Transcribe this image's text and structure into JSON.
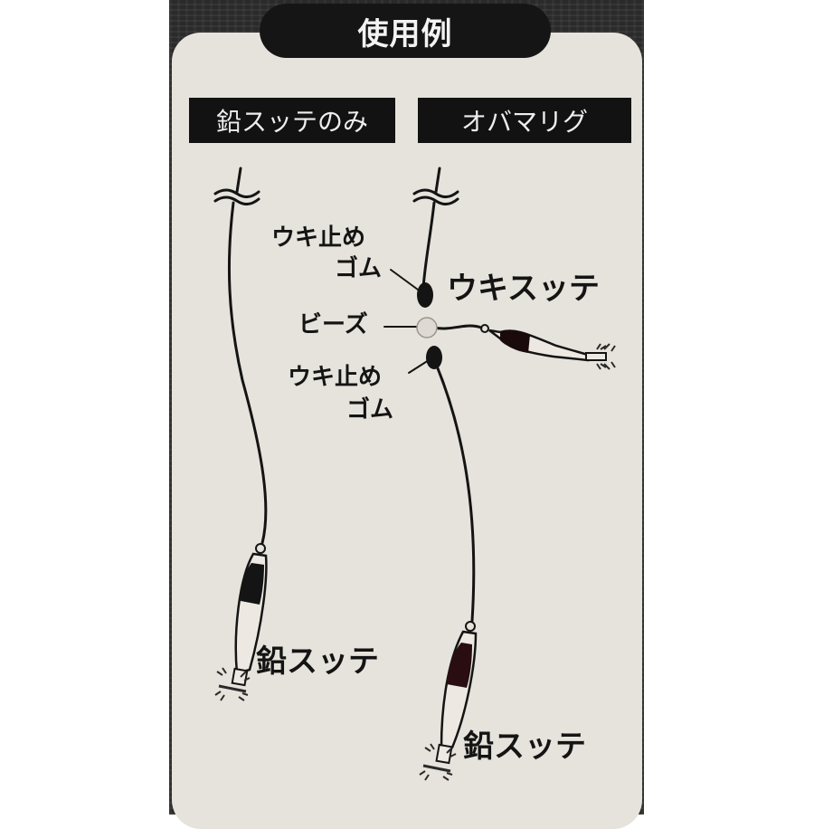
{
  "title": "使用例",
  "sections": [
    {
      "label": "鉛スッテのみ"
    },
    {
      "label": "オバマリグ"
    }
  ],
  "left_rig": {
    "bottom_label": "鉛スッテ"
  },
  "right_rig": {
    "upper_stopper": {
      "line1": "ウキ止め",
      "line2": "ゴム"
    },
    "bead": "ビーズ",
    "lower_stopper": {
      "line1": "ウキ止め",
      "line2": "ゴム"
    },
    "float_jig": "ウキスッテ",
    "bottom_label": "鉛スッテ"
  },
  "colors": {
    "background_photo": "#2a2a2a",
    "card": "#e6e3dc",
    "label_bg": "#121212",
    "ink": "#141414",
    "jig_dark": "#2a0d10"
  }
}
